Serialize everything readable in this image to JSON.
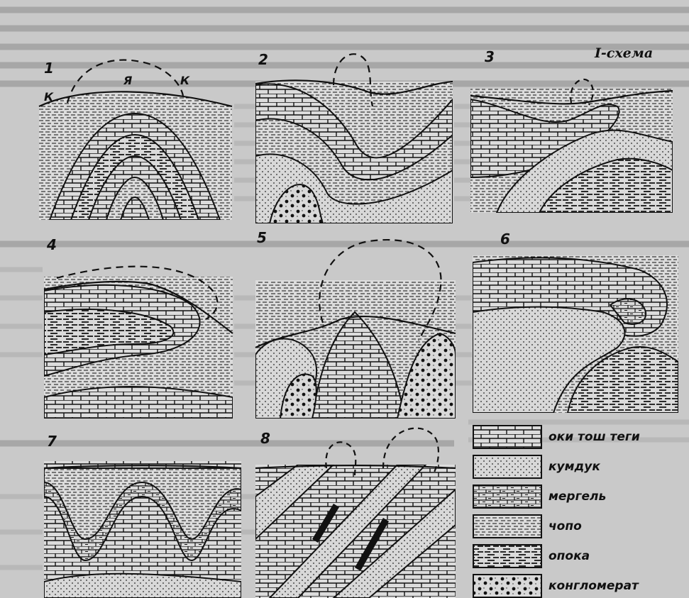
{
  "figure": {
    "scheme_title": "I-схема",
    "panels": [
      {
        "num": "1",
        "letters": [
          "К",
          "Я",
          "К"
        ]
      },
      {
        "num": "2"
      },
      {
        "num": "3"
      },
      {
        "num": "4"
      },
      {
        "num": "5"
      },
      {
        "num": "6"
      },
      {
        "num": "7"
      },
      {
        "num": "8"
      }
    ]
  },
  "legend": {
    "items": [
      {
        "pattern": "brick",
        "label": "оки тош теги"
      },
      {
        "pattern": "dots",
        "label": "кумдук"
      },
      {
        "pattern": "marl",
        "label": "мергель"
      },
      {
        "pattern": "clay",
        "label": "чопо"
      },
      {
        "pattern": "opoka",
        "label": "опока"
      },
      {
        "pattern": "conglomerate",
        "label": "конгломерат"
      }
    ]
  }
}
